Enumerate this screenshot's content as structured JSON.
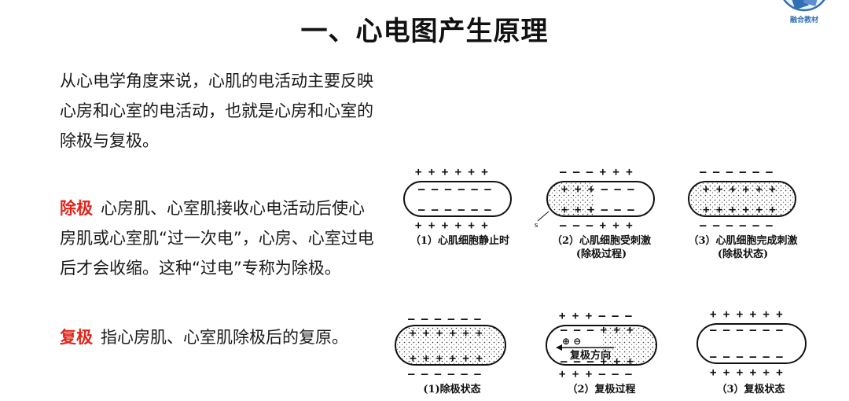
{
  "title": "一、心电图产生原理",
  "logo": {
    "text": "融合教材",
    "color": "#2f6fb2"
  },
  "intro": "从心电学角度来说，心肌的电活动主要反映心房和心室的电活动，也就是心房和心室的除极与复极。",
  "depolarization": {
    "term": "除极",
    "text": "心房肌、心室肌接收心电活动后使心房肌或心室肌“过一次电”，心房、心室过电后才会收缩。这种“过电”专称为除极。"
  },
  "repolarization": {
    "term": "复极",
    "text": "指心房肌、心室肌除极后的复原。"
  },
  "figures": {
    "top": [
      {
        "caption_line1": "（1）心肌细胞静止时",
        "caption_line2": ""
      },
      {
        "caption_line1": "（2）心肌细胞受刺激",
        "caption_line2": "(除极过程)"
      },
      {
        "caption_line1": "（3）心肌细胞完成刺激",
        "caption_line2": "(除极状态)"
      }
    ],
    "bottom": [
      {
        "caption_line1": "(1)除极状态"
      },
      {
        "caption_line1": "（2）复极过程",
        "inner_label": "复极方向"
      },
      {
        "caption_line1": "（3）复极状态"
      }
    ],
    "stimulus_label": "s"
  },
  "colors": {
    "term": "#e0261c",
    "text": "#1a1a1a"
  }
}
